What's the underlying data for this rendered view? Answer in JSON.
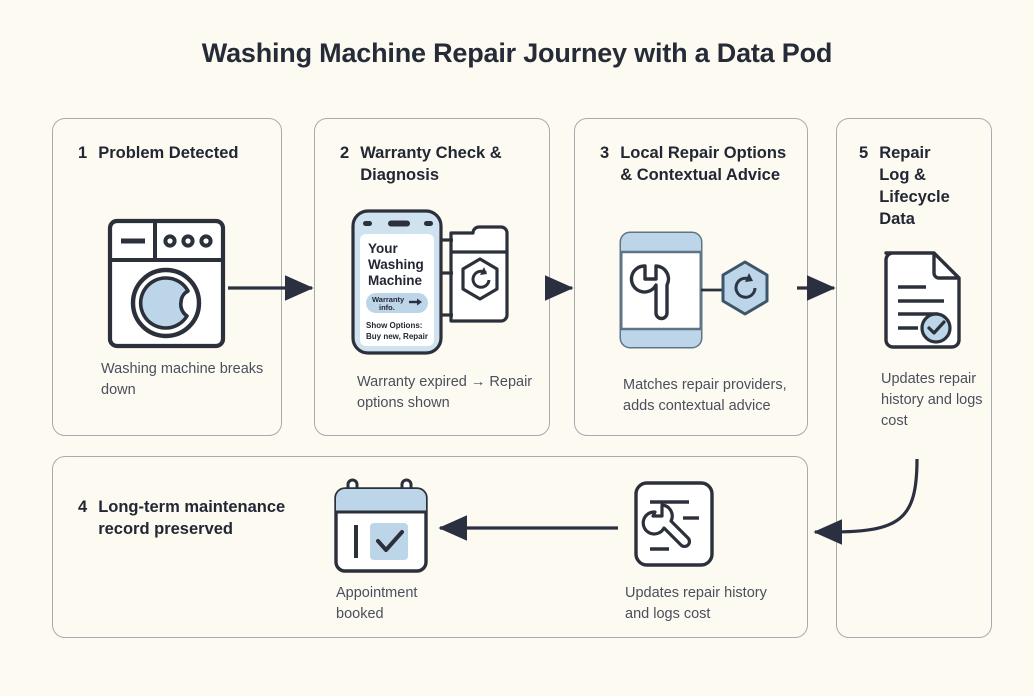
{
  "title": "Washing Machine Repair Journey with a Data Pod",
  "theme": {
    "background": "#fdfaf2",
    "card_border": "#a9aab0",
    "ink": "#2b303b",
    "accent_blue": "#bcd5e8",
    "accent_blue_light": "#d6e6f2",
    "arrow": "#2b3040"
  },
  "cards": [
    {
      "number": "1",
      "title": "Problem Detected",
      "icon": "washing-machine-icon",
      "caption": "Washing machine breaks down"
    },
    {
      "number": "2",
      "title": "Warranty Check & Diagnosis",
      "icon": "phone-with-data-pod-icon",
      "caption": "Warranty expired → Repair options shown",
      "phone_screen": {
        "heading": "Your Washing Machine",
        "pill_label": "Warranty info.",
        "options_label": "Show Options: Buy new, Repair"
      }
    },
    {
      "number": "3",
      "title": "Local Repair Options & Contextual Advice",
      "icon": "wrench-phone-pod-icon",
      "caption": "Matches repair providers, adds contextual advice"
    },
    {
      "number": "4",
      "title": "Long-term maintenance record preserved",
      "items": [
        {
          "icon": "calendar-check-icon",
          "caption": "Appointment booked"
        },
        {
          "icon": "repair-document-icon",
          "caption": "Updates repair history and logs cost"
        }
      ]
    },
    {
      "number": "5",
      "title": "Repair Log & Lifecycle Data",
      "icon": "document-check-icon",
      "caption": "Updates repair history and logs cost"
    }
  ],
  "connectors": [
    {
      "name": "arrow-step1-to-step2",
      "direction": "right"
    },
    {
      "name": "arrow-step2-to-step3",
      "direction": "right"
    },
    {
      "name": "arrow-step3-to-step5",
      "direction": "right"
    },
    {
      "name": "arrow-step5-to-step4",
      "direction": "curved-down-left"
    },
    {
      "name": "arrow-document-to-calendar",
      "direction": "left"
    }
  ]
}
